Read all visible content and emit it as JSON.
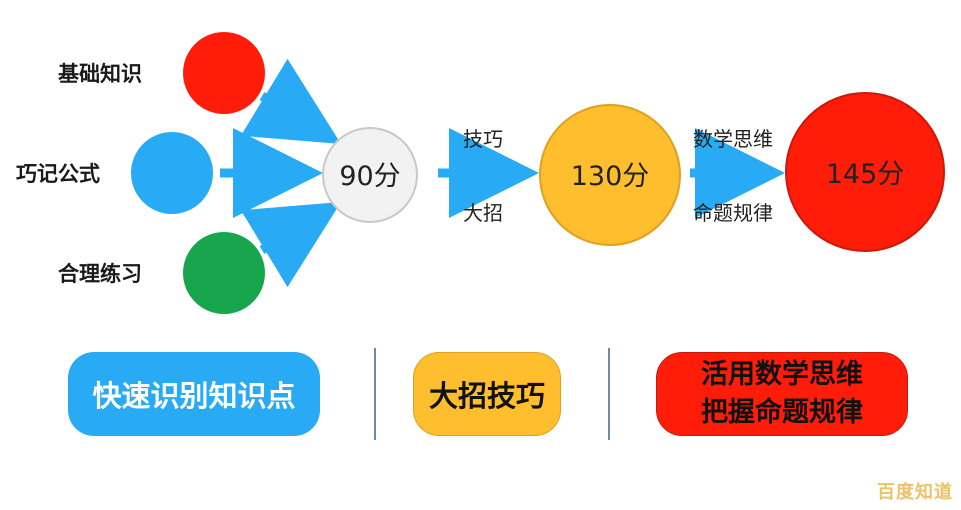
{
  "inputs": [
    {
      "label": "基础知识",
      "color": "#ff1d0a"
    },
    {
      "label": "巧记公式",
      "color": "#29aaf5"
    },
    {
      "label": "合理练习",
      "color": "#17a54d"
    }
  ],
  "stages": [
    {
      "label": "90分",
      "color": "#f2f2f2"
    },
    {
      "label": "130分",
      "color": "#ffbe2d"
    },
    {
      "label": "145分",
      "color": "#ff1d0a"
    }
  ],
  "arrow_labels": {
    "first_top": "技巧",
    "first_bottom": "大招",
    "second_top": "数学思维",
    "second_bottom": "命题规律"
  },
  "summary_boxes": {
    "box1": "快速识别知识点",
    "box2": "大招技巧",
    "box3_line1": "活用数学思维",
    "box3_line2": "把握命题规律"
  },
  "watermark": "百度知道",
  "arrow_color": "#29aaf5"
}
